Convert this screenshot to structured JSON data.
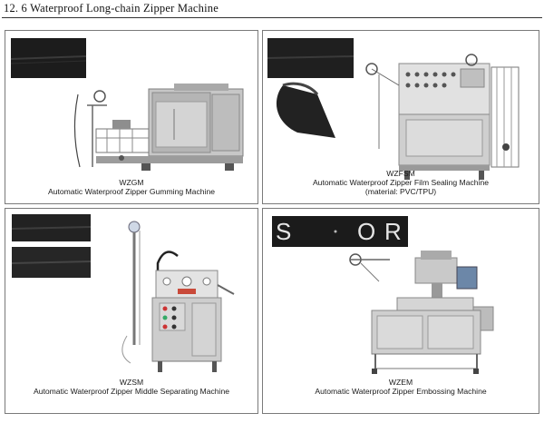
{
  "heading": "12. 6 Waterproof Long-chain Zipper Machine",
  "machines": [
    {
      "model": "WZGM",
      "name": "Automatic Waterproof Zipper Gumming Machine",
      "note": ""
    },
    {
      "model": "WZFSM",
      "name": "Automatic Waterproof Zipper Film Sealing Machine",
      "note": "(material: PVC/TPU)"
    },
    {
      "model": "WZSM",
      "name": "Automatic Waterproof Zipper Middle Separating Machine",
      "note": ""
    },
    {
      "model": "WZEM",
      "name": "Automatic Waterproof Zipper Embossing Machine",
      "note": ""
    }
  ],
  "emboss_sample_letters": [
    "S",
    "O",
    "R"
  ]
}
